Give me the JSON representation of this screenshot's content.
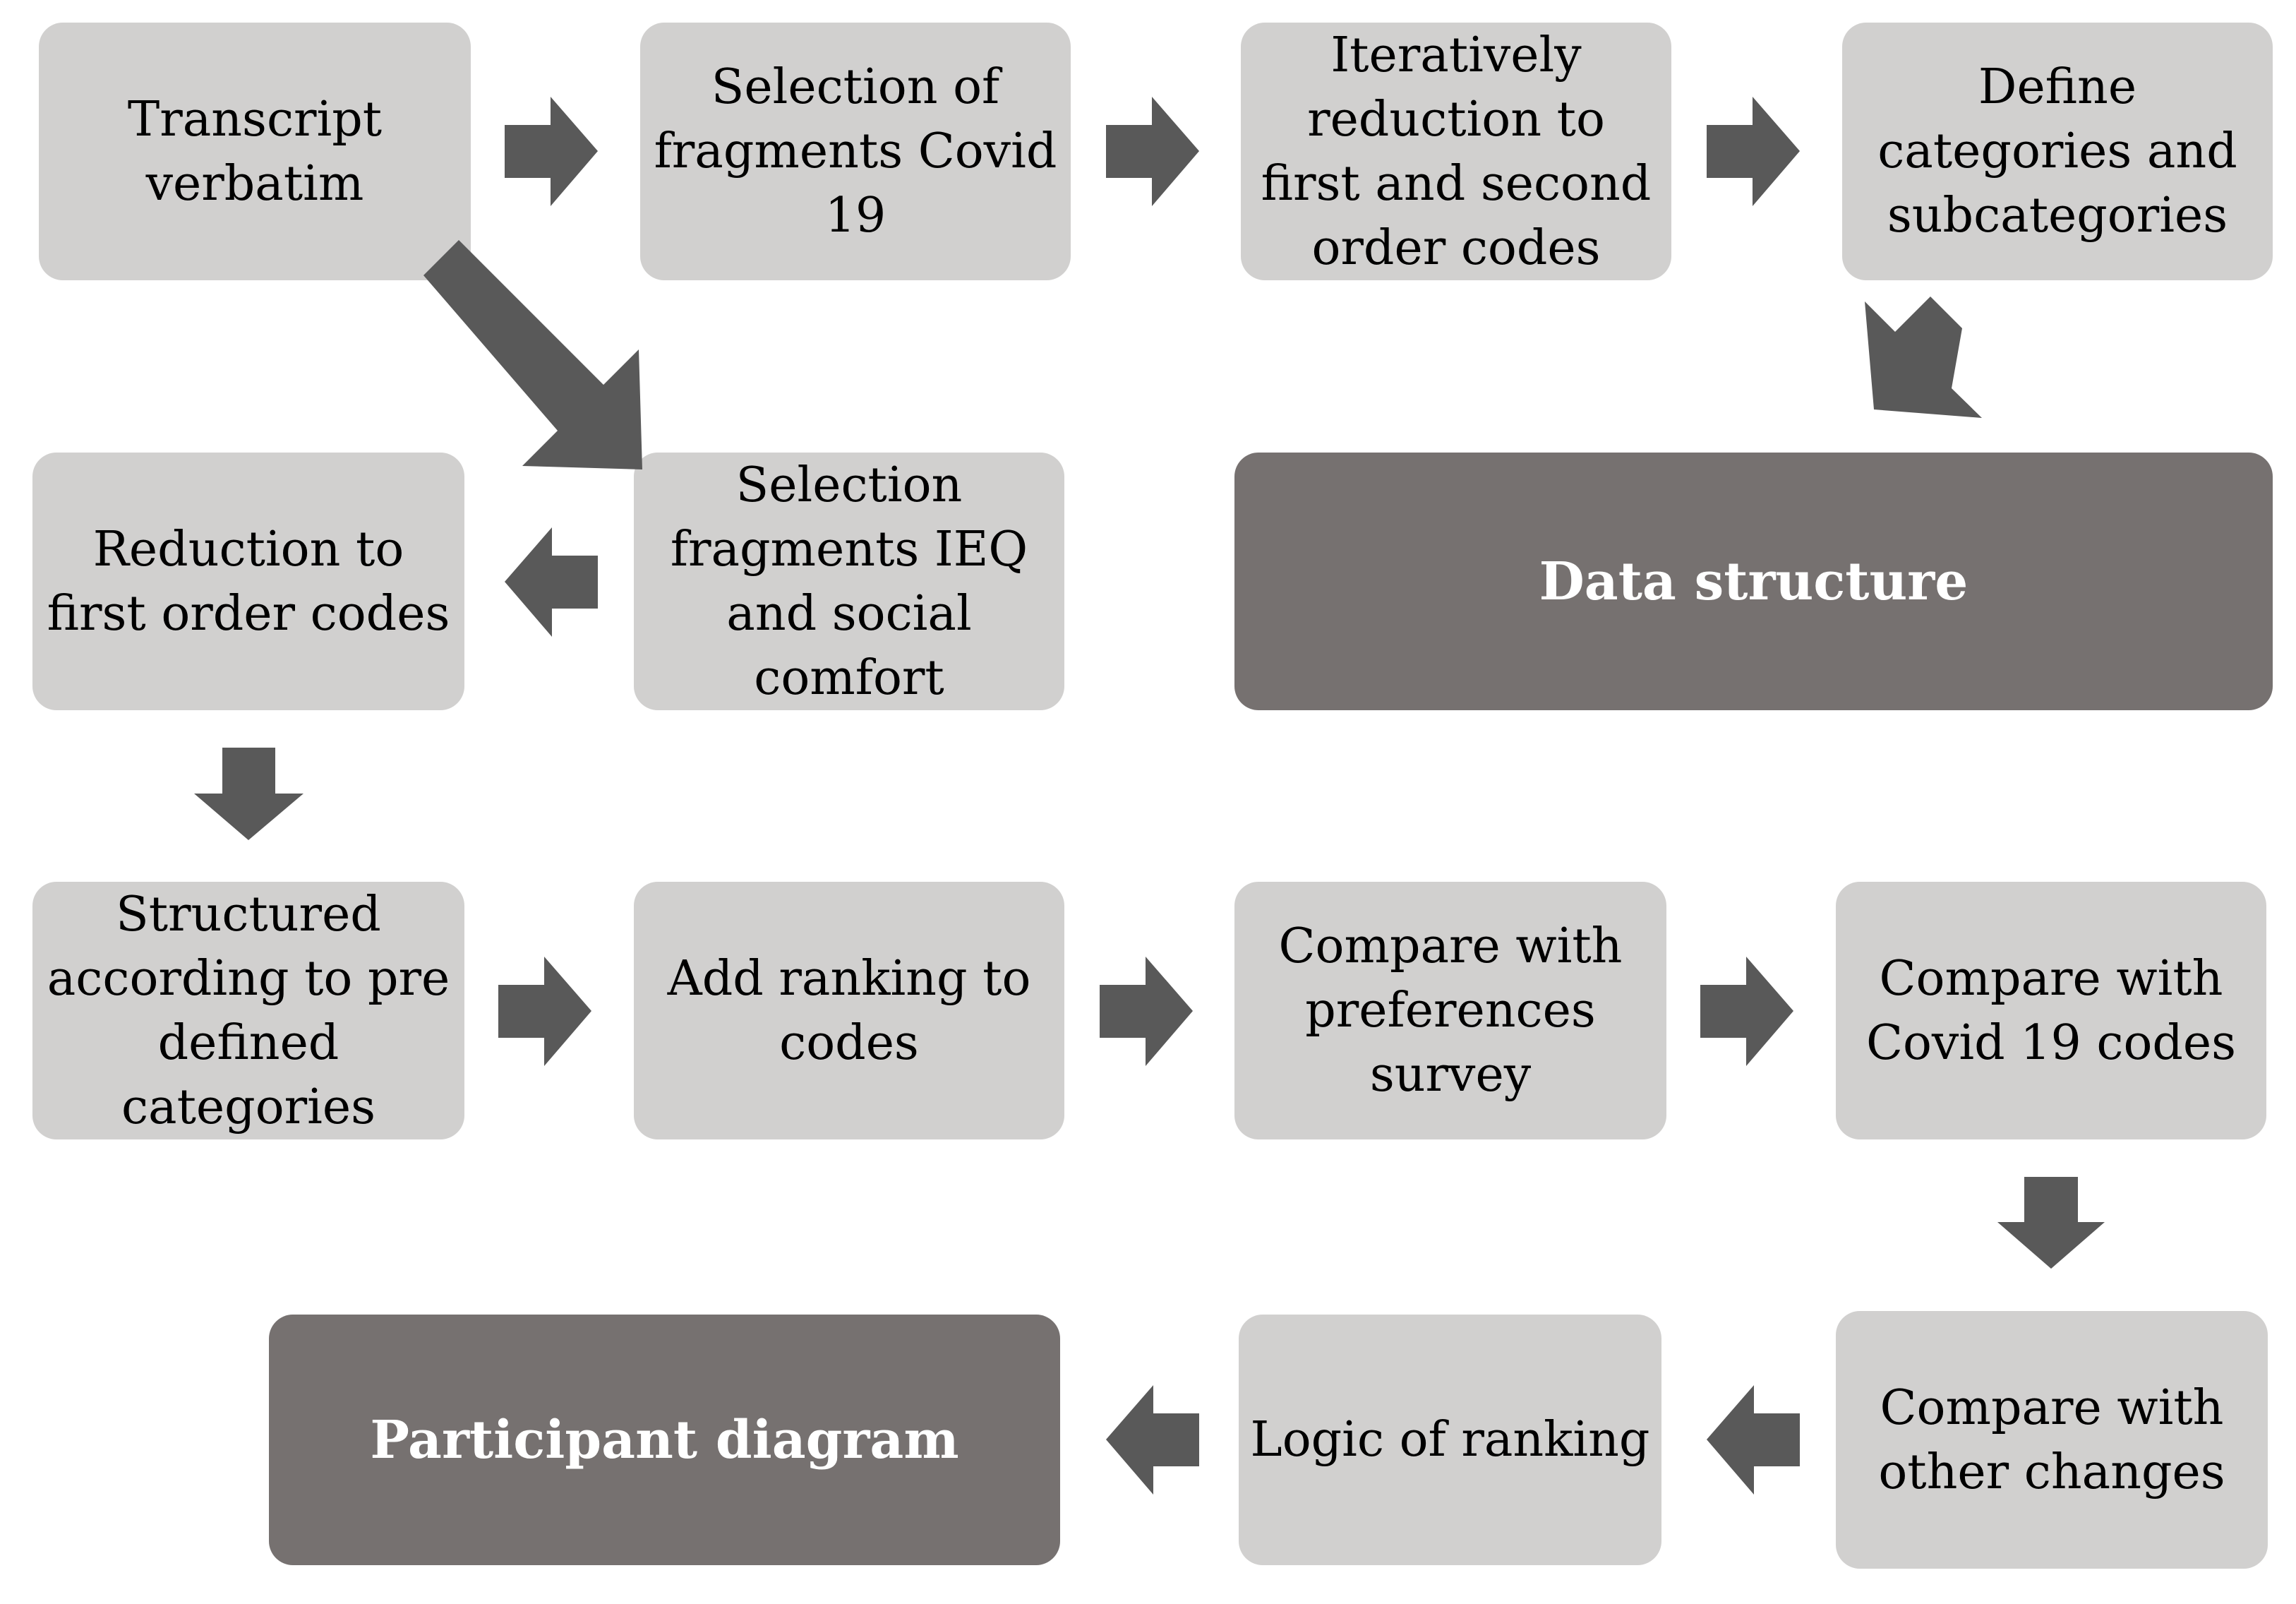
{
  "nodes": {
    "transcript": "Transcript verbatim",
    "select_covid": "Selection of fragments Covid 19",
    "iterative": "Iteratively reduction to first and second order codes",
    "define_cats": "Define categories and subcategories",
    "reduction_first": "Reduction to first order codes",
    "select_ieq": "Selection fragments IEQ and social comfort",
    "data_structure": "Data structure",
    "structured": "Structured according to pre defined categories",
    "add_ranking": "Add ranking to codes",
    "compare_pref": "Compare with preferences survey",
    "compare_covid": "Compare with Covid 19 codes",
    "participant_diagram": "Participant diagram",
    "logic_ranking": "Logic of ranking",
    "compare_other": "Compare with other changes"
  },
  "colors": {
    "box_fill": "#d1d0cf",
    "highlight_fill": "#767170",
    "arrow_fill": "#595959",
    "text": "#000000",
    "highlight_text": "#ffffff"
  },
  "arrows": [
    {
      "from": "transcript",
      "to": "select_covid",
      "direction": "right"
    },
    {
      "from": "select_covid",
      "to": "iterative",
      "direction": "right"
    },
    {
      "from": "iterative",
      "to": "define_cats",
      "direction": "right"
    },
    {
      "from": "define_cats",
      "to": "data_structure",
      "direction": "down-left"
    },
    {
      "from": "transcript",
      "to": "select_ieq",
      "direction": "down-right"
    },
    {
      "from": "select_ieq",
      "to": "reduction_first",
      "direction": "left"
    },
    {
      "from": "reduction_first",
      "to": "structured",
      "direction": "down"
    },
    {
      "from": "structured",
      "to": "add_ranking",
      "direction": "right"
    },
    {
      "from": "add_ranking",
      "to": "compare_pref",
      "direction": "right"
    },
    {
      "from": "compare_pref",
      "to": "compare_covid",
      "direction": "right"
    },
    {
      "from": "compare_covid",
      "to": "compare_other",
      "direction": "down"
    },
    {
      "from": "compare_other",
      "to": "logic_ranking",
      "direction": "left"
    },
    {
      "from": "logic_ranking",
      "to": "participant_diagram",
      "direction": "left"
    }
  ]
}
